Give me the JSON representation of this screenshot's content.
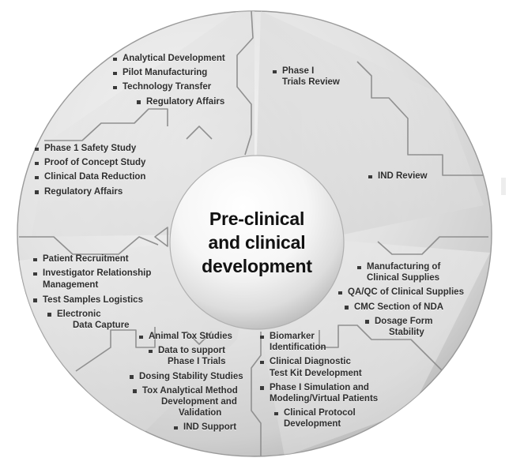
{
  "diagram": {
    "title": "Pre-clinical and clinical development wheel",
    "hub": {
      "line1": "Pre-clinical",
      "line2": "and clinical",
      "line3": "development"
    },
    "colors": {
      "background": "#ffffff",
      "wheel_light": "#f2f2f2",
      "wheel_mid": "#d9d9d9",
      "wheel_dark": "#b9b9b9",
      "outline": "#8c8c8c",
      "text": "#2f2f2f",
      "bullet": "#3a3a3a",
      "hub_text": "#111111"
    },
    "segments": [
      {
        "id": "cmc-development",
        "position": "top-left",
        "items": [
          "Analytical Development",
          "Pilot Manufacturing",
          "Technology Transfer",
          "Regulatory Affairs"
        ]
      },
      {
        "id": "phase-i-trials-review",
        "position": "top-right",
        "items": [
          "Phase I",
          "Trials Review"
        ]
      },
      {
        "id": "clinical-studies",
        "position": "left-upper",
        "items": [
          "Phase 1 Safety Study",
          "Proof of Concept Study",
          "Clinical Data Reduction",
          "Regulatory Affairs"
        ]
      },
      {
        "id": "ind-review",
        "position": "right-upper",
        "items": [
          "IND Review"
        ]
      },
      {
        "id": "clinical-operations",
        "position": "left-lower",
        "items": [
          "Patient Recruitment",
          "Investigator Relationship",
          "Management",
          "Test Samples Logistics",
          "Electronic",
          "Data Capture"
        ]
      },
      {
        "id": "clinical-supplies",
        "position": "right-lower",
        "items": [
          "Manufacturing of",
          "Clinical Supplies",
          "QA/QC of Clinical Supplies",
          "CMC Section of NDA",
          "Dosage Form",
          "Stability"
        ]
      },
      {
        "id": "preclinical-tox",
        "position": "bottom-left",
        "items": [
          "Animal Tox Studies",
          "Data to support",
          "Phase I Trials",
          "Dosing Stability Studies",
          "Tox Analytical Method",
          "Development and",
          "Validation",
          "IND Support"
        ]
      },
      {
        "id": "translational-clinical",
        "position": "bottom-right",
        "items": [
          "Biomarker",
          "Identification",
          "Clinical Diagnostic",
          "Test Kit Development",
          "Phase I Simulation and",
          "Modeling/Virtual Patients",
          "Clinical Protocol",
          "Development"
        ]
      }
    ],
    "labels": {
      "seg_tl_1": "Analytical Development",
      "seg_tl_2": "Pilot Manufacturing",
      "seg_tl_3": "Technology Transfer",
      "seg_tl_4": "Regulatory Affairs",
      "seg_tr_1": "Phase I",
      "seg_tr_2": "Trials Review",
      "seg_lu_1": "Phase 1 Safety Study",
      "seg_lu_2": "Proof of Concept Study",
      "seg_lu_3": "Clinical Data Reduction",
      "seg_lu_4": "Regulatory Affairs",
      "seg_ru_1": "IND Review",
      "seg_ll_1": "Patient Recruitment",
      "seg_ll_2": "Investigator Relationship",
      "seg_ll_2b": "Management",
      "seg_ll_3": "Test Samples Logistics",
      "seg_ll_4": "Electronic",
      "seg_ll_4b": "Data Capture",
      "seg_rl_1": "Manufacturing of",
      "seg_rl_1b": "Clinical Supplies",
      "seg_rl_2": "QA/QC of Clinical Supplies",
      "seg_rl_3": "CMC Section of NDA",
      "seg_rl_4": "Dosage Form",
      "seg_rl_4b": "Stability",
      "seg_bl_1": "Animal Tox Studies",
      "seg_bl_2": "Data to support",
      "seg_bl_2b": "Phase I Trials",
      "seg_bl_3": "Dosing Stability Studies",
      "seg_bl_4": "Tox Analytical Method",
      "seg_bl_4b": "Development and",
      "seg_bl_4c": "Validation",
      "seg_bl_5": "IND Support",
      "seg_br_1": "Biomarker",
      "seg_br_1b": "Identification",
      "seg_br_2": "Clinical Diagnostic",
      "seg_br_2b": "Test Kit Development",
      "seg_br_3": "Phase I Simulation and",
      "seg_br_3b": "Modeling/Virtual Patients",
      "seg_br_4": "Clinical Protocol",
      "seg_br_4b": "Development"
    }
  }
}
